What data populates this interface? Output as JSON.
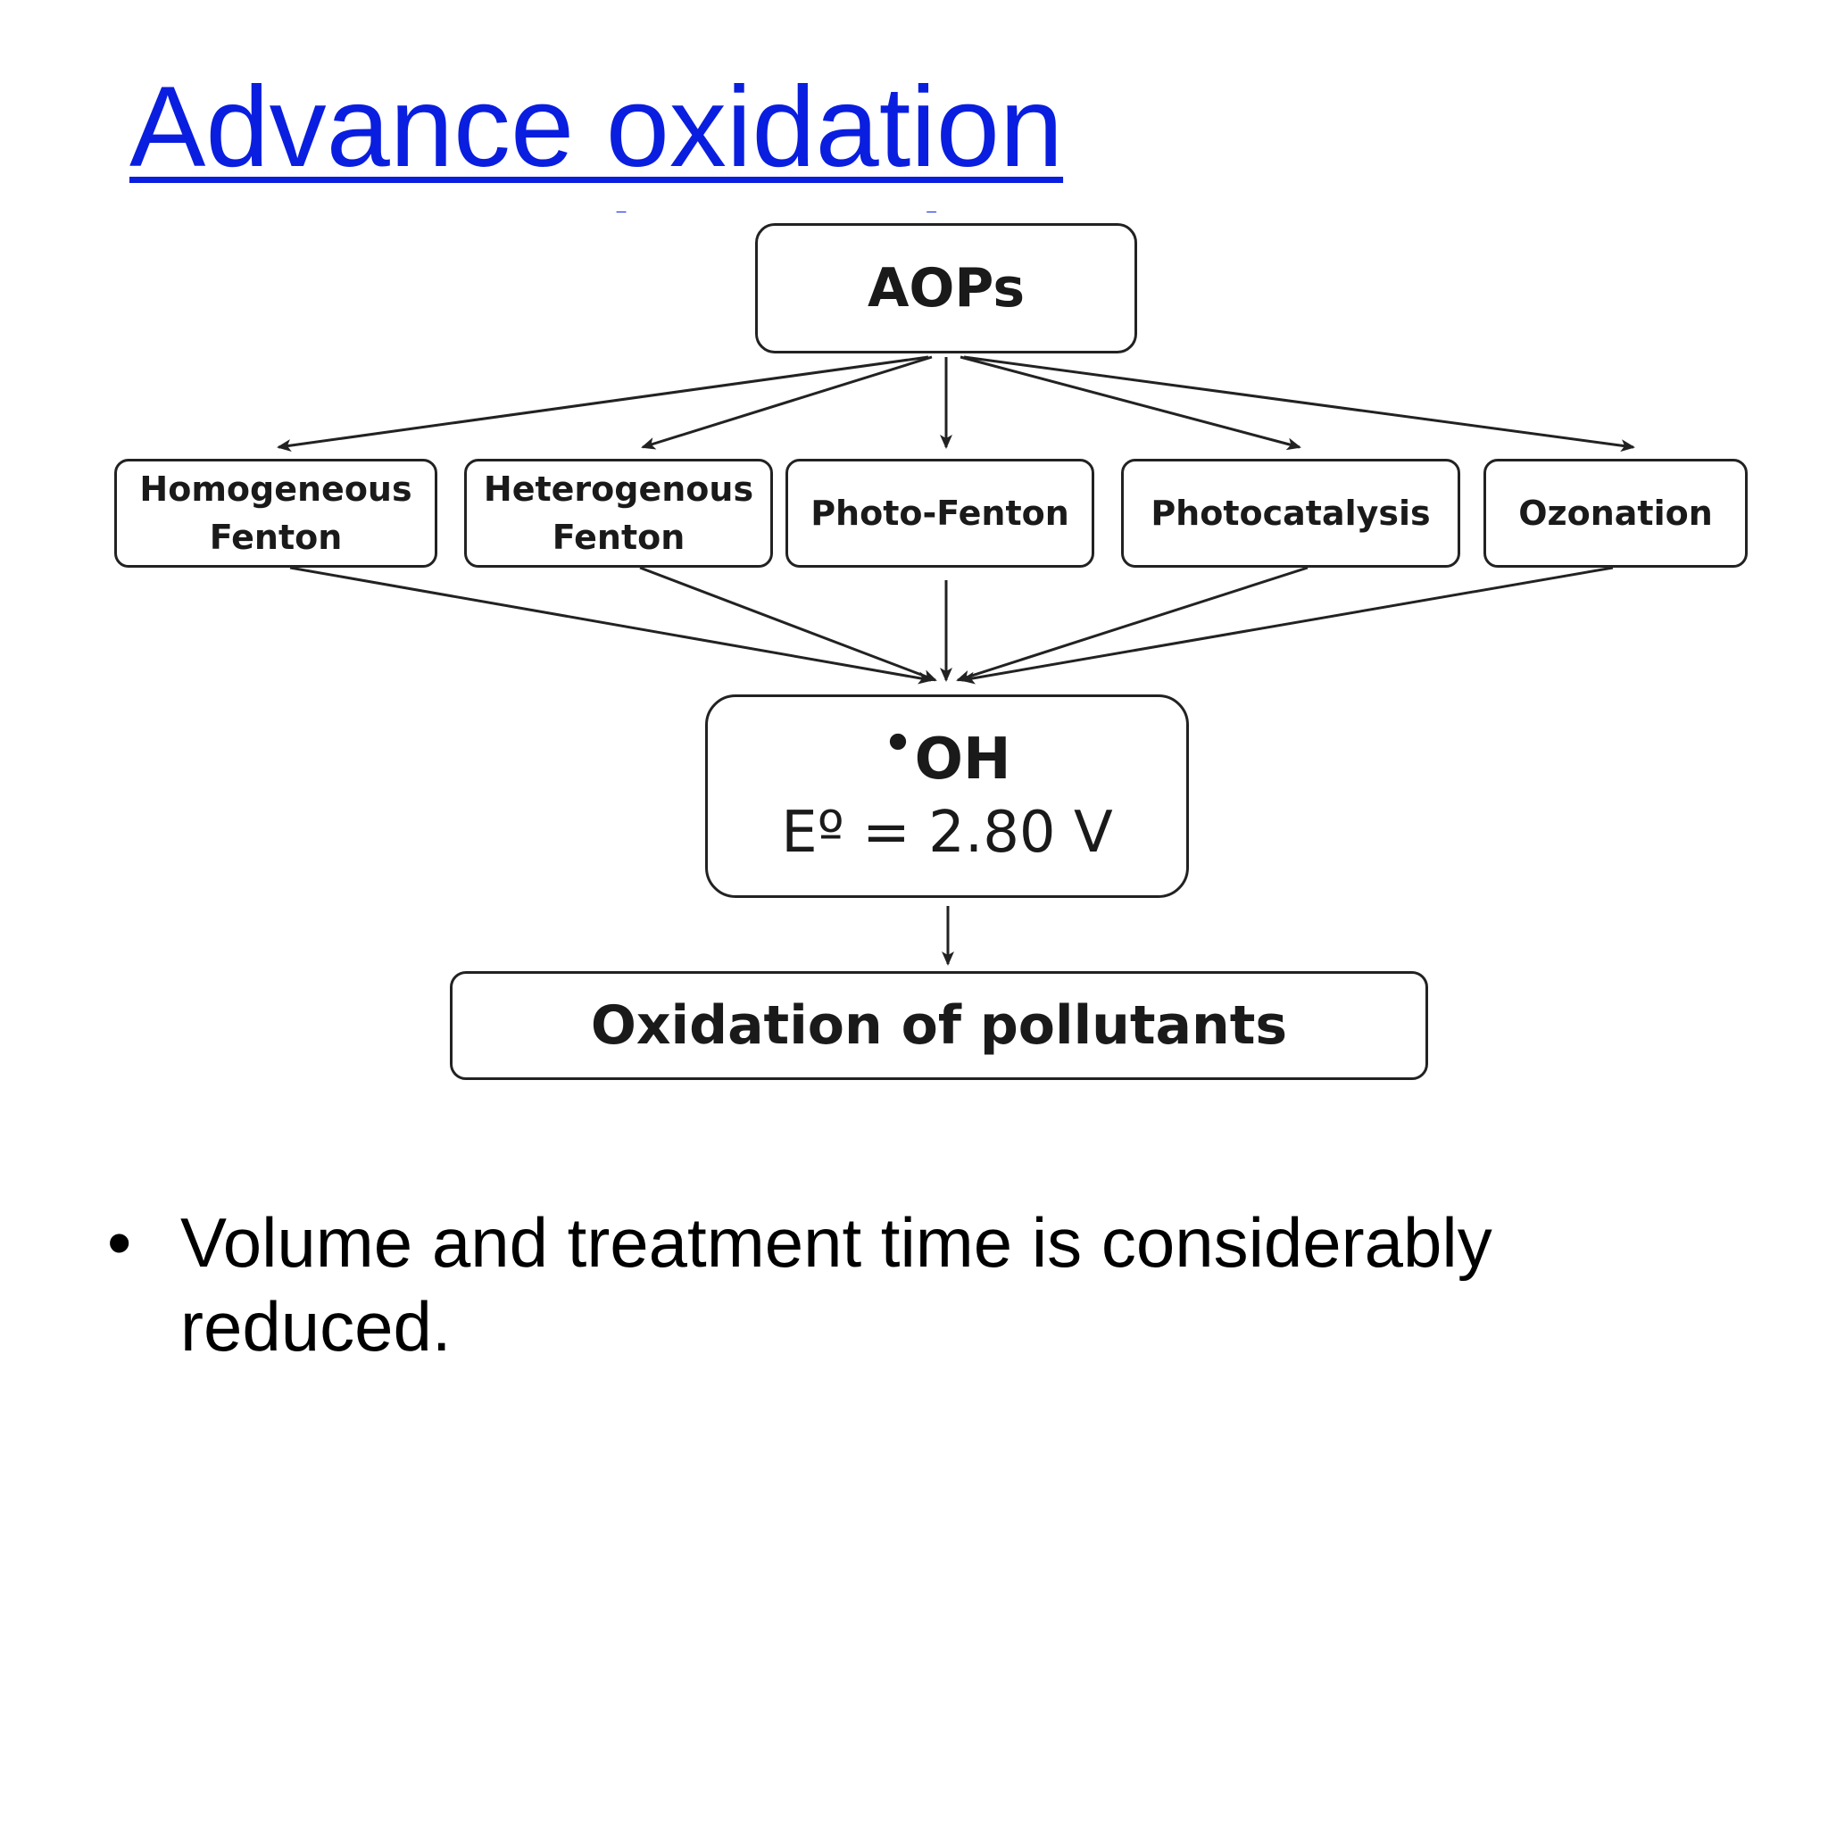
{
  "slide": {
    "title_line1": "Advance oxidation",
    "title_line2": "(AOPs)",
    "bullet_symbol": "•",
    "bullet_text": "Volume and treatment time is considerably reduced."
  },
  "diagram": {
    "root": "AOPs",
    "methods": [
      "Homogeneous Fenton",
      "Heterogenous Fenton",
      "Photo-Fenton",
      "Photocatalysis",
      "Ozonation"
    ],
    "radical_dot": "•",
    "radical_symbol": "OH",
    "potential": "Eº = 2.80 V",
    "result": "Oxidation of pollutants"
  }
}
